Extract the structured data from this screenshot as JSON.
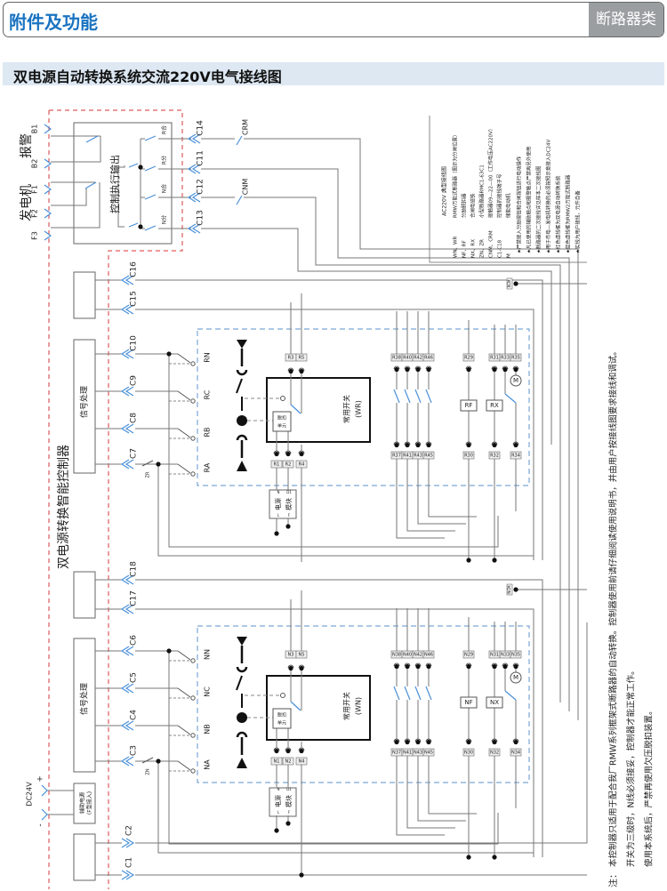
{
  "header": {
    "title": "附件及功能",
    "category": "断路器类"
  },
  "section_title": "双电源自动转换系统交流220V电气接线图",
  "colors": {
    "accent": "#1a73c0",
    "category_bg": "#9a9ea1",
    "subtitle_bg": "#dde8f3",
    "red_dash": "#e05a5a",
    "blue_dash": "#7aa7d8",
    "wire": "#777777"
  },
  "controller": {
    "name": "双电源转换智能控制器",
    "signal_block": "信号处理",
    "output_block": "控制执行输出",
    "aux_power": [
      "辅助电源",
      "(F型接入)"
    ],
    "dc_label": "DC24V",
    "plus": "+",
    "minus": "-",
    "alarm": "报警",
    "generator": "发电机",
    "terminals_left": [
      "B1",
      "B2",
      "F1",
      "F2",
      "F3"
    ],
    "out_contacts": [
      "R合",
      "R分",
      "N合",
      "N分"
    ]
  },
  "terminals": {
    "top": [
      "C14",
      "C11",
      "C12",
      "C13"
    ],
    "mid_r": [
      "C16",
      "C15"
    ],
    "sig_r": [
      "C10",
      "C9",
      "C8",
      "C7"
    ],
    "mid_n": [
      "C18",
      "C17"
    ],
    "sig_n": [
      "C6",
      "C5",
      "C4",
      "C3"
    ],
    "bottom": [
      "C2",
      "C1"
    ]
  },
  "contacts": {
    "crm": "CRM",
    "cnm": "CNM",
    "rcm": "RCM",
    "ncm": "NCM",
    "zr": "ZR",
    "zn": "ZN"
  },
  "breaker_r": {
    "phases": [
      "RN",
      "RC",
      "RB",
      "RA"
    ],
    "switch_label": [
      "常用开关",
      "(WR)"
    ],
    "unit": [
      "脱扣",
      "单元"
    ],
    "top_terms": [
      "R3",
      "R5"
    ],
    "bottom_terms": [
      "R1",
      "R2",
      "R4"
    ],
    "power_module": [
      "电源",
      "模块"
    ],
    "pm_terms": [
      "N",
      "D1",
      "L",
      "F"
    ],
    "aux_top": [
      "R38",
      "R40",
      "R42",
      "R46"
    ],
    "aux_bottom": [
      "R37",
      "R41",
      "R43",
      "R45"
    ],
    "f_top": "R29",
    "f_bottom": "R30",
    "f_label": "RF",
    "x_top": [
      "R31",
      "R33",
      "R35"
    ],
    "x_bottom": [
      "R32",
      "R34"
    ],
    "x_label": "RX",
    "motor": "M"
  },
  "breaker_n": {
    "phases": [
      "NN",
      "NC",
      "NB",
      "NA"
    ],
    "switch_label": [
      "常用开关",
      "(WN)"
    ],
    "unit": [
      "脱扣",
      "单元"
    ],
    "top_terms": [
      "N3",
      "N5"
    ],
    "bottom_terms": [
      "N1",
      "N2",
      "N4"
    ],
    "power_module": [
      "电源",
      "模块"
    ],
    "pm_terms": [
      "N",
      "D1",
      "L",
      "F"
    ],
    "aux_top": [
      "N38",
      "N40",
      "N42",
      "N46"
    ],
    "aux_bottom": [
      "N37",
      "N41",
      "N43",
      "N45"
    ],
    "f_top": "N29",
    "f_bottom": "N30",
    "f_label": "NF",
    "x_top": [
      "N31",
      "N33",
      "N35"
    ],
    "x_bottom": [
      "N32",
      "N34"
    ],
    "x_label": "NX",
    "motor": "M"
  },
  "legend": {
    "title": "AC220V 典型接线图",
    "items": [
      {
        "code": "WN、WR",
        "desc": "RMW万能式断路器（图示为分闸位置）"
      },
      {
        "code": "NF、RF",
        "desc": "分励脱扣器"
      },
      {
        "code": "NX、RX",
        "desc": "合闸电磁铁"
      },
      {
        "code": "ZN、ZR",
        "desc": "小型断路器RMC1-63C1"
      },
      {
        "code": "CNM、CRM",
        "desc": "接触器09—22—00（工作电压AC220V）"
      },
      {
        "code": "C1-C18",
        "desc": "控制器的接线端子号"
      },
      {
        "code": "M",
        "desc": "储能电动机"
      }
    ],
    "notes": [
      "★严禁接入分励按钮和合闸按钮进行电动操作",
      "★凡已使用的辅助触点和报警触点严禁再另外使用",
      "★断路器的二次接线详见样本二次接线图",
      "★用于市电—发电机转换的必须按照示意接入DC24V",
      "★红色虚线框为双电源自动转换系统",
      "★蓝色虚线框为RMW2万能式断路器",
      "★实线为用户接线，元件自备"
    ]
  },
  "notes": {
    "prefix": "注：",
    "lines": [
      "本控制器只适用于配合我厂RMW系列框架式断路器的自动转换。控制器使用前请仔细阅读使用说明书，并由用户按接线图要求接线和调试。",
      "开关为三级时，N线必须接妥，控制器才能正常工作。",
      "使用本系统后，严禁再使用欠压脱扣装置。"
    ]
  }
}
